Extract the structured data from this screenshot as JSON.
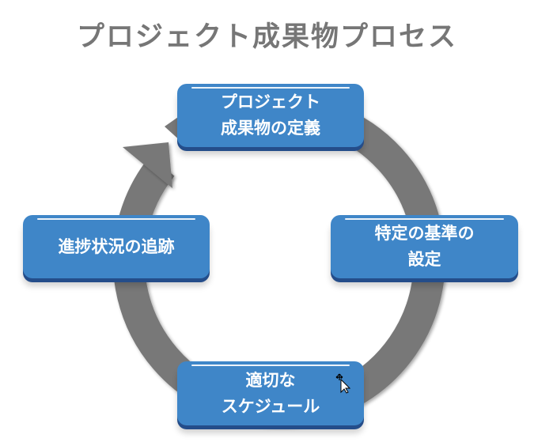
{
  "title": "プロジェクト成果物プロセス",
  "colors": {
    "title": "#767676",
    "ring": "#787878",
    "box_fill": "#3f86c8",
    "box_edge": "#244d8a",
    "box_text": "#ffffff"
  },
  "cycle": {
    "direction": "clockwise",
    "steps": [
      {
        "position": "top",
        "lines": [
          "プロジェクト",
          "成果物の定義"
        ]
      },
      {
        "position": "right",
        "lines": [
          "特定の基準の",
          "設定"
        ]
      },
      {
        "position": "bottom",
        "lines": [
          "適切な",
          "スケジュール"
        ]
      },
      {
        "position": "left",
        "lines": [
          "進捗状況の追跡"
        ]
      }
    ]
  },
  "icons": {
    "arrowhead": "arrow-head-icon",
    "cursor": "move-cursor-icon"
  }
}
